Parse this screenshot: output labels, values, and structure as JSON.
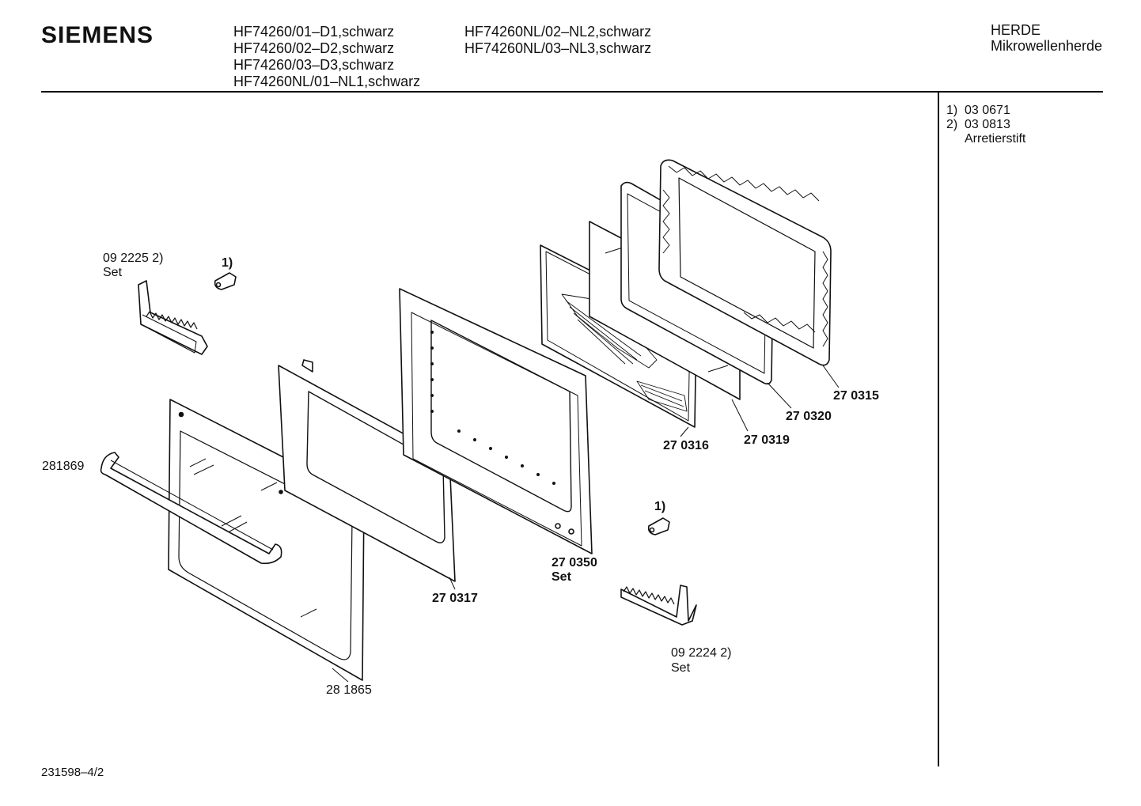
{
  "header": {
    "brand": "SIEMENS",
    "models_col1": [
      "HF74260/01–D1,schwarz",
      "HF74260/02–D2,schwarz",
      "HF74260/03–D3,schwarz",
      "HF74260NL/01–NL1,schwarz"
    ],
    "models_col2": [
      "HF74260NL/02–NL2,schwarz",
      "HF74260NL/03–NL3,schwarz"
    ],
    "category": "HERDE",
    "subcategory": "Mikrowellenherde"
  },
  "notes": [
    {
      "key": "1)",
      "value": "03 0671"
    },
    {
      "key": "2)",
      "value": "03 0813"
    },
    {
      "key": "",
      "value": "Arretierstift"
    }
  ],
  "parts": {
    "hinge_left_num": "09 2225 2)",
    "hinge_left_set": "Set",
    "clip_left": "1)",
    "handle": "281869",
    "outer_glass": "28 1865",
    "inner_frame": "27 0317",
    "door_frame": "27 0350",
    "door_frame_set": "Set",
    "mesh_panel": "27 0316",
    "glass_pane": "27 0319",
    "seal": "27 0320",
    "choke_frame": "27 0315",
    "clip_right": "1)",
    "hinge_right_num": "09 2224 2)",
    "hinge_right_set": "Set"
  },
  "footer": "231598–4/2"
}
